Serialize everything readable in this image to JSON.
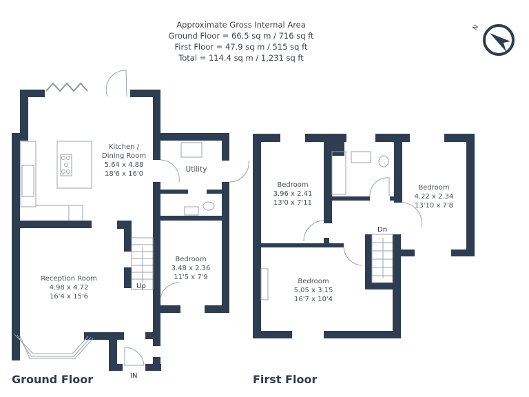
{
  "area_summary": {
    "title": "Approximate Gross Internal Area",
    "ground_floor": "Ground Floor = 66.5 sq m / 716 sq ft",
    "first_floor": "First Floor = 47.9 sq m / 515 sq ft",
    "total": "Total = 114.4 sq m / 1,231 sq ft"
  },
  "compass": {
    "label": "N",
    "icon": "compass-north-icon"
  },
  "colors": {
    "wall": "#2f3d52",
    "text": "#4b5058",
    "background": "#ffffff"
  },
  "ground_floor": {
    "title": "Ground Floor",
    "entrance_label": "IN",
    "stairs_label": "Up",
    "rooms": [
      {
        "name": "Kitchen /",
        "name2": "Dining Room",
        "metric": "5.64 x 4.88",
        "imperial": "18'6 x 16'0"
      },
      {
        "name": "Utility"
      },
      {
        "name": "Reception Room",
        "metric": "4.98 x 4.72",
        "imperial": "16'4 x 15'6"
      },
      {
        "name": "Bedroom",
        "metric": "3.48 x 2.36",
        "imperial": "11'5 x 7'9"
      }
    ]
  },
  "first_floor": {
    "title": "First Floor",
    "stairs_label": "Dn",
    "rooms": [
      {
        "name": "Bedroom",
        "metric": "3.96 x 2.41",
        "imperial": "13'0 x 7'11"
      },
      {
        "name": "Bedroom",
        "metric": "4.22 x 2.34",
        "imperial": "13'10 x 7'8"
      },
      {
        "name": "Bedroom",
        "metric": "5.05 x 3.15",
        "imperial": "16'7 x 10'4"
      }
    ]
  }
}
